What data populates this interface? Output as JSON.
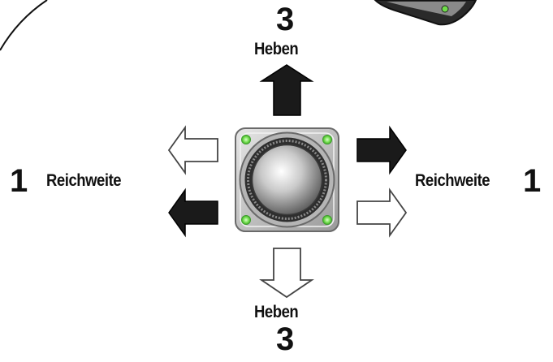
{
  "labels": {
    "top_number": "3",
    "top_word": "Heben",
    "bottom_word": "Heben",
    "bottom_number": "3",
    "left_number": "1",
    "left_word": "Reichweite",
    "right_word": "Reichweite",
    "right_number": "1"
  },
  "icons": {
    "joystick": "joystick-knob-icon",
    "arrow_up": "arrow-up-filled-icon",
    "arrow_down": "arrow-down-outline-icon",
    "arrow_left_outline": "arrow-left-outline-icon",
    "arrow_left_filled": "arrow-left-filled-icon",
    "arrow_right_filled": "arrow-right-filled-icon",
    "arrow_right_outline": "arrow-right-outline-icon"
  },
  "colors": {
    "filled_arrow": "#1a1a1a",
    "outline_arrow": "#ffffff",
    "led_green": "#6fdc4a",
    "housing": "#c8c8c8"
  }
}
